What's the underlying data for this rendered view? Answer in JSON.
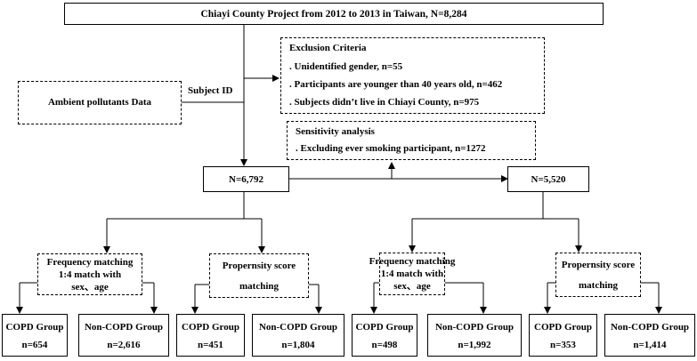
{
  "top_box": "Chiayi County Project from 2012 to 2013 in Taiwan, N=8,284",
  "exclusion": {
    "title": "Exclusion Criteria",
    "items": [
      ". Unidentified gender, n=55",
      ". Participants are younger than 40 years old, n=462",
      ". Subjects didn’t live in Chiayi County, n=975"
    ]
  },
  "pollutants_box": "Ambient pollutants Data",
  "subject_id_label": "Subject ID",
  "sensitivity": {
    "title": "Sensitivity analysis",
    "item": ". Excluding ever smoking participant, n=1272"
  },
  "n_left": "N=6,792",
  "n_right": "N=5,520",
  "methods": {
    "freq_left": [
      "Frequency matching",
      "1:4 match with",
      "sex、age"
    ],
    "psm_left": [
      "Propernsity score",
      "matching"
    ],
    "freq_right": [
      "Frequency matching",
      "1:4 match with",
      "sex、age"
    ],
    "psm_right": [
      "Propernsity score",
      "matching"
    ]
  },
  "groups": [
    {
      "name": "COPD Group",
      "n": "n=654"
    },
    {
      "name": "Non-COPD Group",
      "n": "n=2,616"
    },
    {
      "name": "COPD Group",
      "n": "n=451"
    },
    {
      "name": "Non-COPD Group",
      "n": "n=1,804"
    },
    {
      "name": "COPD Group",
      "n": "n=498"
    },
    {
      "name": "Non-COPD Group",
      "n": "n=1,992"
    },
    {
      "name": "COPD Group",
      "n": "n=353"
    },
    {
      "name": "Non-COPD Group",
      "n": "n=1,414"
    }
  ]
}
